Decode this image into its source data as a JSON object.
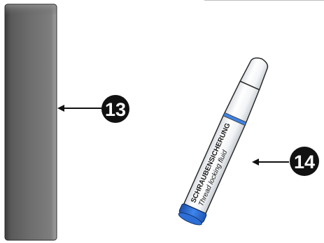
{
  "callouts": [
    {
      "id": "13",
      "label": "13"
    },
    {
      "id": "14",
      "label": "14"
    }
  ],
  "tube": {
    "label_line1": "SCHRAUBENSICHERUNG",
    "label_line2": "Thread locking fluid"
  },
  "colors": {
    "callout_fill": "#111111",
    "callout_text": "#ffffff",
    "bar_dark": "#4a4a4a",
    "bar_light": "#8a8a8a",
    "tube_body": "#ffffff",
    "tube_outline": "#2a2a2a",
    "cap_blue": "#2d6fd6",
    "stripe_blue": "#3f82e0"
  },
  "icons": [
    "metal-bar-icon",
    "threadlock-tube-icon",
    "arrow-left-icon"
  ]
}
